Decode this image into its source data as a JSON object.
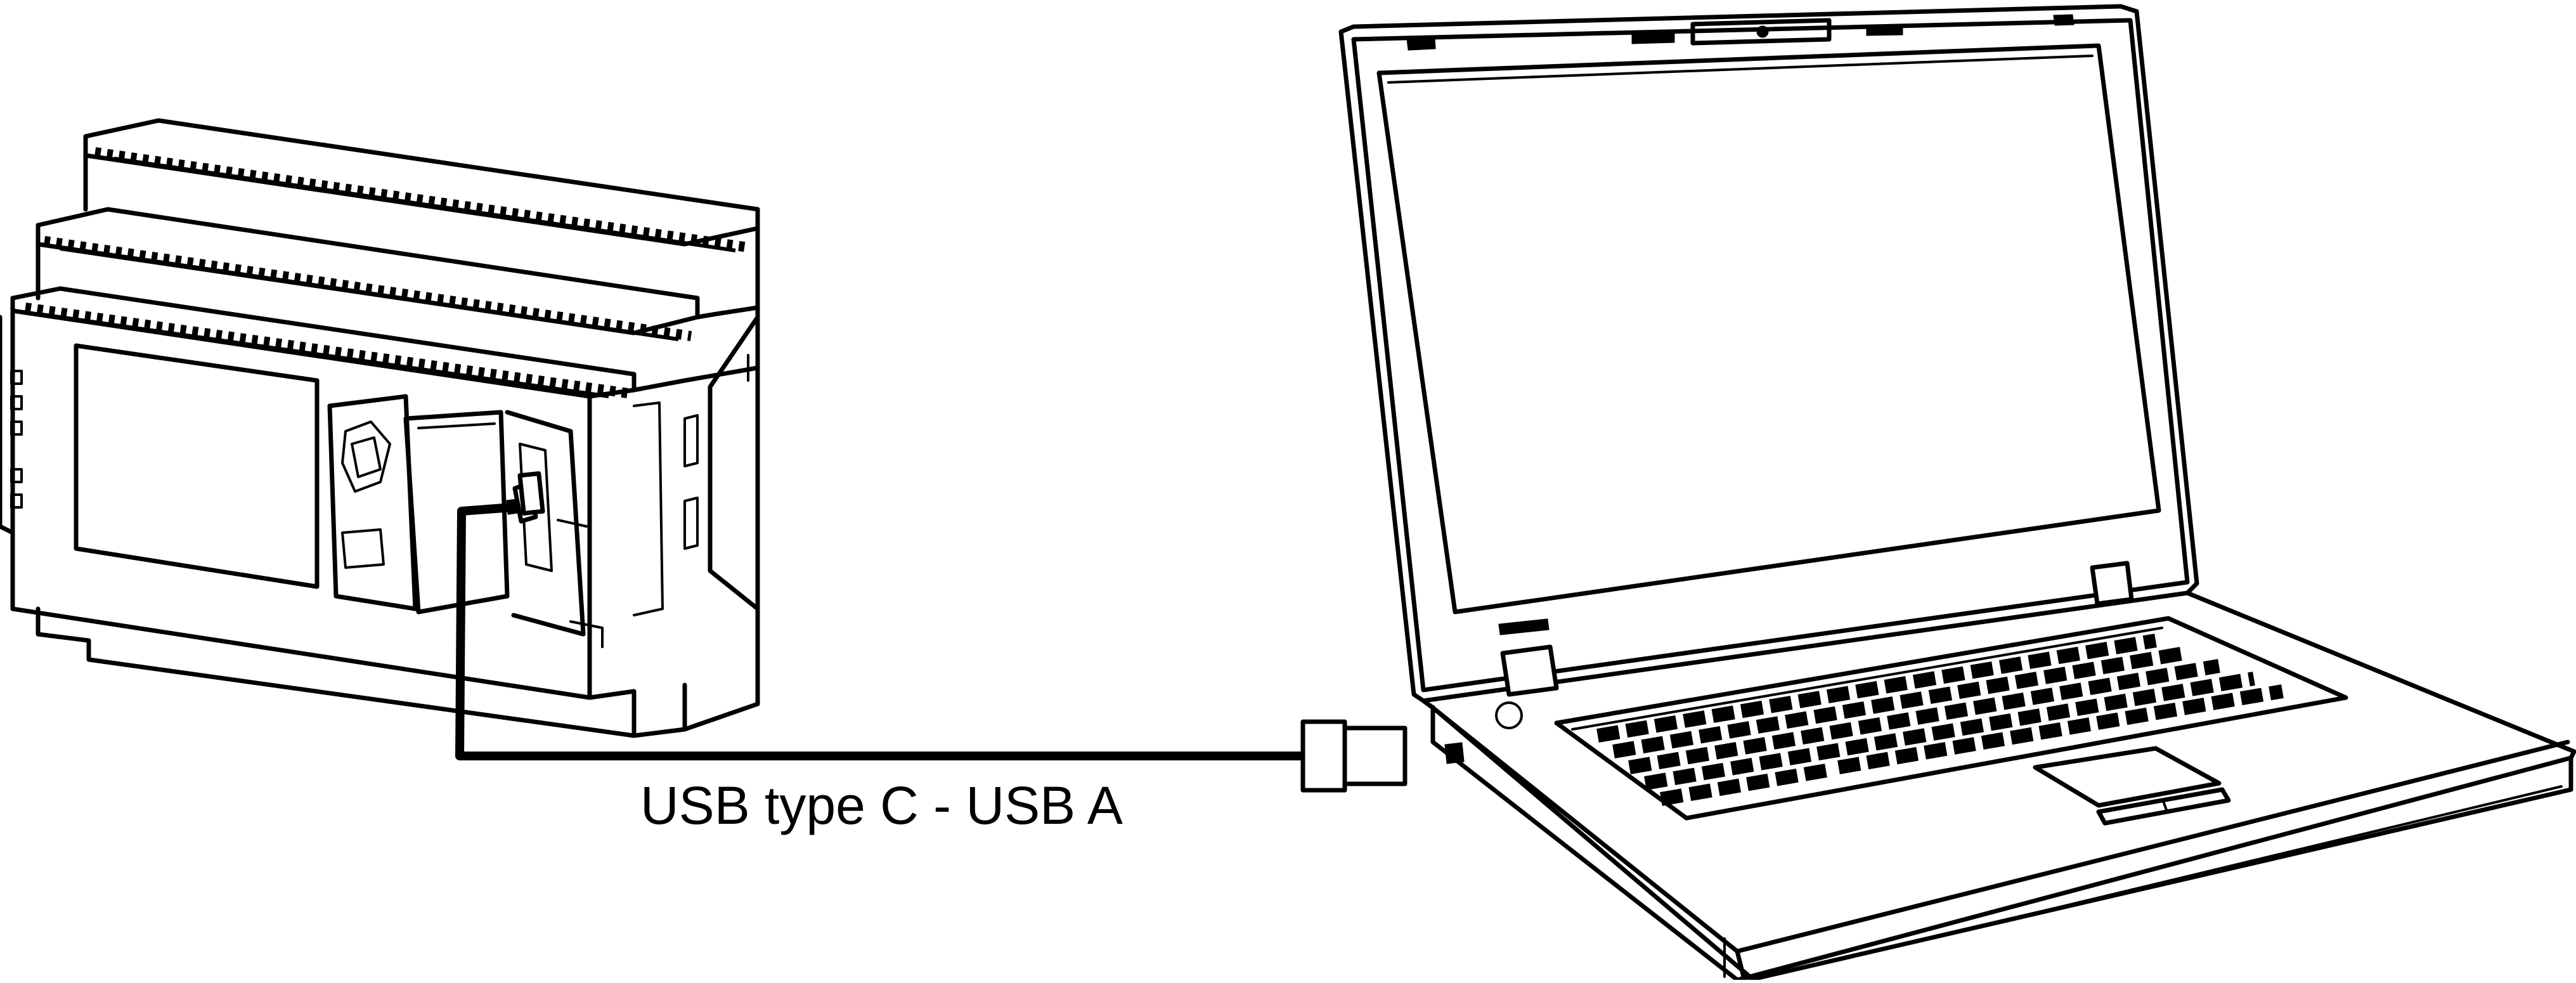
{
  "diagram": {
    "cable_label": "USB type C - USB A",
    "stroke_color": "#000000",
    "background_color": "#ffffff",
    "devices": [
      {
        "name": "plc-controller",
        "icon": "plc-module-icon"
      },
      {
        "name": "laptop",
        "icon": "laptop-icon"
      }
    ],
    "connector_ends": [
      "usb-type-c-plug-icon",
      "usb-a-plug-icon"
    ]
  }
}
